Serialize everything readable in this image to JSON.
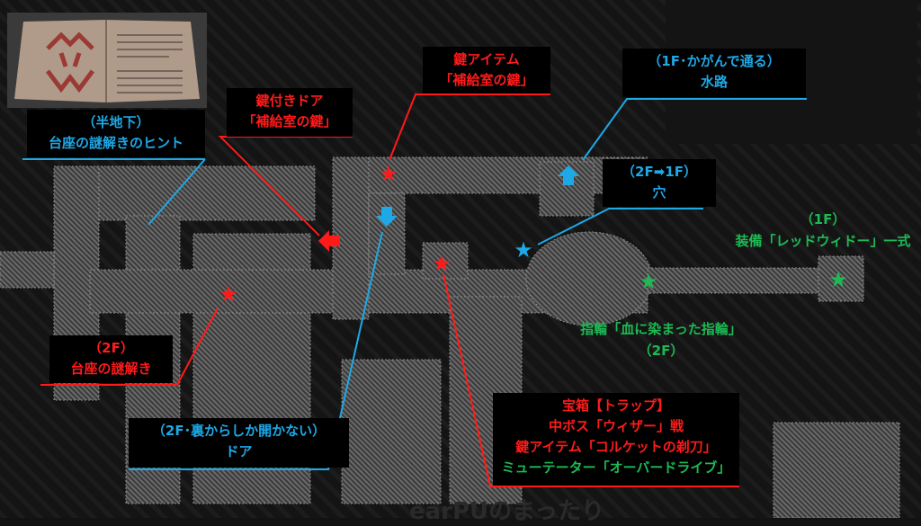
{
  "colors": {
    "red": "#ff1a1a",
    "blue": "#1ea8e6",
    "green": "#1db954",
    "background": "#121212"
  },
  "labels": {
    "hint": {
      "line1": "（半地下）",
      "line2": "台座の謎解きのヒント"
    },
    "locked_door": {
      "line1": "鍵付きドア",
      "line2": "「補給室の鍵」"
    },
    "key_item": {
      "line1": "鍵アイテム",
      "line2": "「補給室の鍵」"
    },
    "waterway": {
      "line1": "（1F･かがんで通る）",
      "line2": "水路"
    },
    "hole": {
      "line1": "（2F➡1F）",
      "line2": "穴"
    },
    "equipment": {
      "line1": "（1F）",
      "line2": "装備「レッドウィドー」一式"
    },
    "ring": {
      "line1": "指輪「血に染まった指輪」",
      "line2": "（2F）"
    },
    "pedestal": {
      "line1": "（2F）",
      "line2": "台座の謎解き"
    },
    "one_way_door": {
      "line1": "（2F･裏からしか開かない）",
      "line2": "ドア"
    },
    "boss": {
      "line1": "宝箱【トラップ】",
      "line2": "中ボス「ウィザー」戦",
      "line3": "鍵アイテム「コルケットの剃刀」",
      "line4": "ミューテーター「オーバードライブ」"
    }
  },
  "watermark": "earPUのまったり"
}
